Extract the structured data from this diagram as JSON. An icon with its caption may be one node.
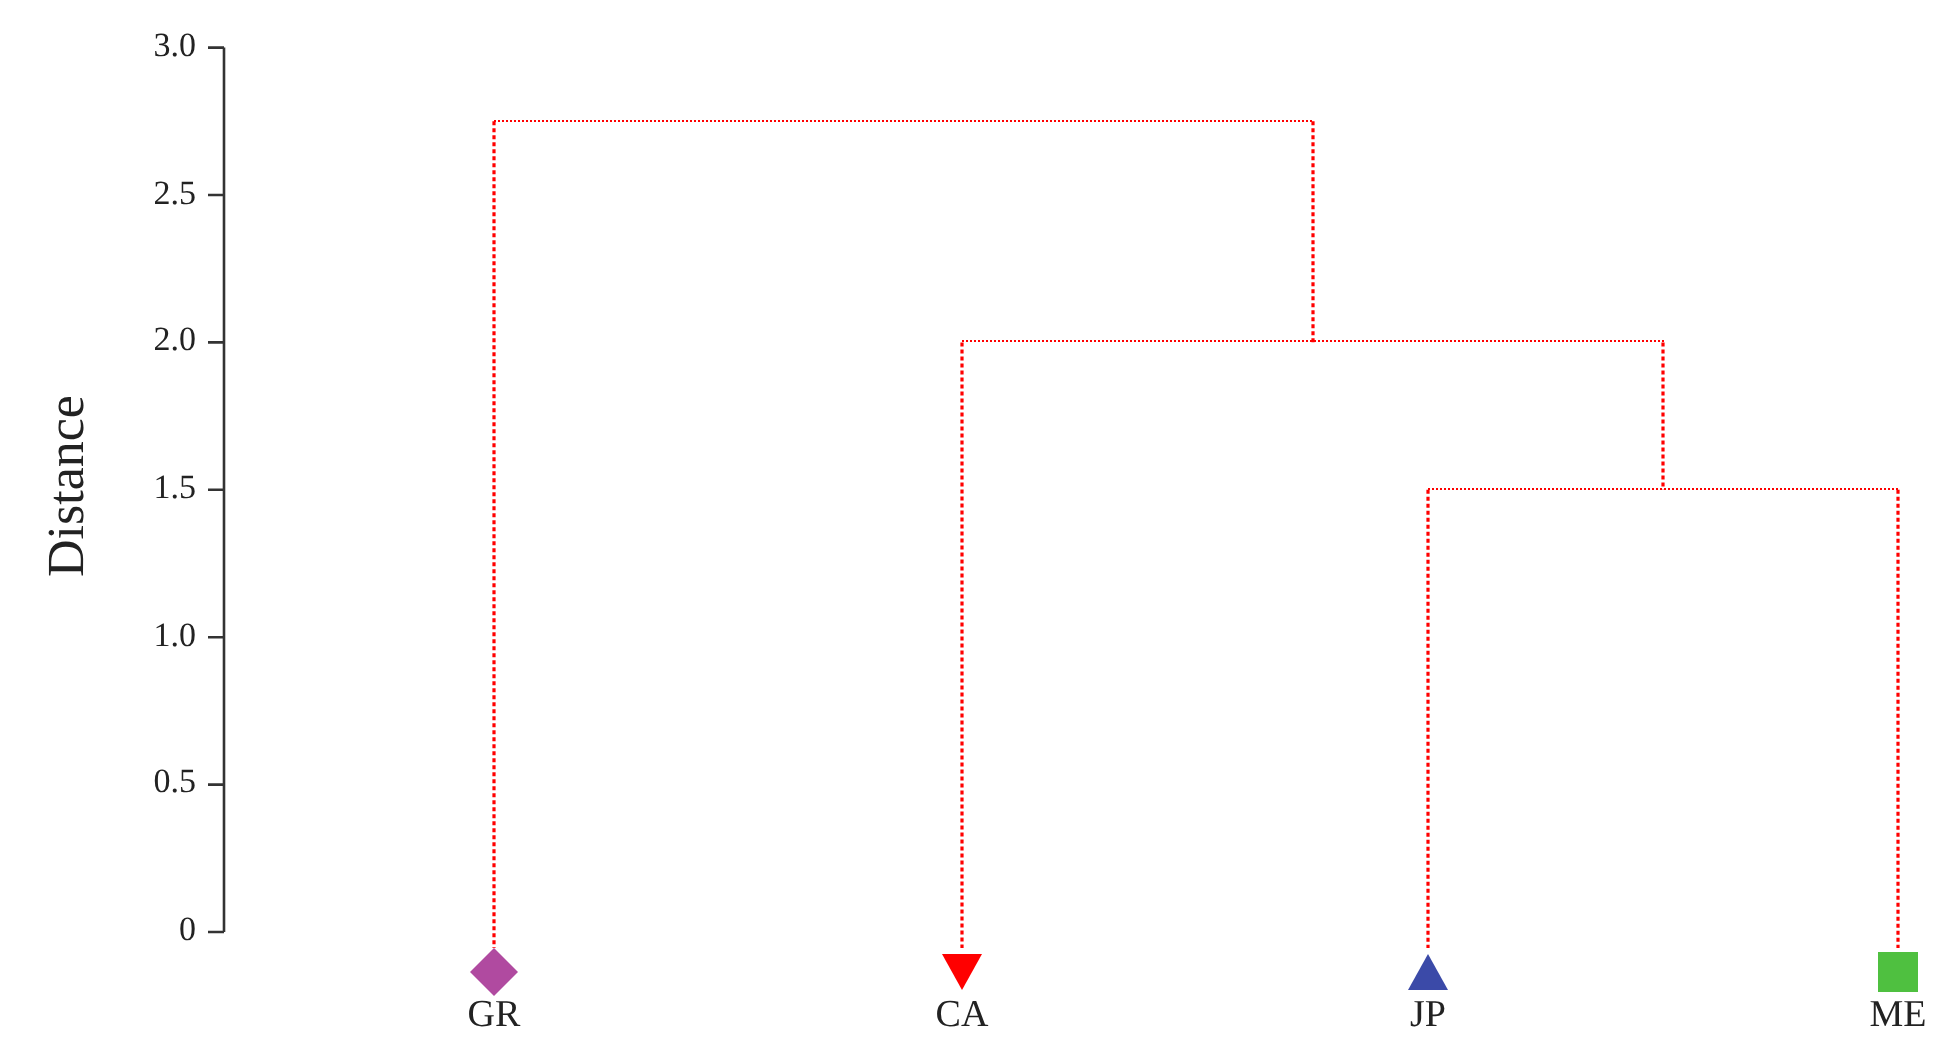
{
  "diagram": {
    "nodes": [
      {
        "text": [
          "GR"
        ]
      },
      {
        "text": [
          "CA"
        ]
      },
      {
        "text": [
          "JP"
        ]
      },
      {
        "text": [
          "ME"
        ]
      },
      {
        "text": [],
        "shape": "bar"
      },
      {
        "text": [],
        "shape": "bar"
      },
      {
        "text": [],
        "shape": "bar"
      }
    ],
    "edges": [
      {
        "from": 4,
        "to": 2,
        "arrow": "none",
        "style": "dashed"
      },
      {
        "from": 4,
        "to": 3,
        "arrow": "none",
        "style": "dashed"
      },
      {
        "from": 5,
        "to": 1,
        "arrow": "none",
        "style": "dashed"
      },
      {
        "from": 5,
        "to": 4,
        "arrow": "none",
        "style": "dashed"
      },
      {
        "from": 6,
        "to": 0,
        "arrow": "none",
        "style": "dashed"
      },
      {
        "from": 6,
        "to": 5,
        "arrow": "none",
        "style": "dashed"
      }
    ],
    "labels": [
      "3.0",
      "2.5",
      "2.0",
      "1.5",
      "1.0",
      "0.5",
      "0",
      "Distance"
    ]
  }
}
